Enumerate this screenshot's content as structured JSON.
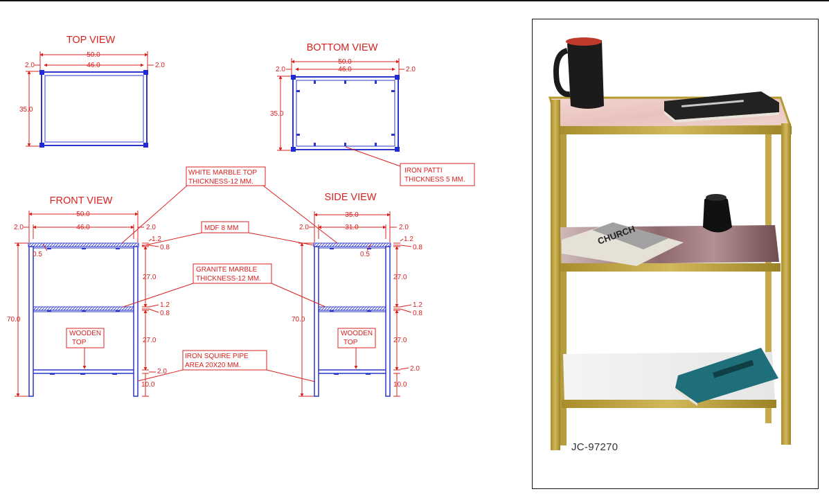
{
  "views": {
    "top": "TOP VIEW",
    "bottom": "BOTTOM VIEW",
    "front": "FRONT VIEW",
    "side": "SIDE VIEW"
  },
  "dims": {
    "top_width": "50.0",
    "top_inner": "46.0",
    "top_left_offset": "2.0",
    "top_right_offset": "2.0",
    "top_depth": "35.0",
    "bottom_width": "50.0",
    "bottom_inner": "46.0",
    "bottom_left_offset": "2.0",
    "bottom_right_offset": "2.0",
    "bottom_depth": "35.0",
    "front_width": "50.0",
    "front_inner": "46.0",
    "front_left_offset": "2.0",
    "front_right_offset": "2.0",
    "front_height": "70.0",
    "front_top_thick": "1.2",
    "front_top_mdf": "0.8",
    "front_overhang": "0.5",
    "front_gap_upper": "27.0",
    "front_mid_thick": "1.2",
    "front_mid_mdf": "0.8",
    "front_gap_lower": "27.0",
    "front_bottom_rail": "2.0",
    "front_leg_clear": "10.0",
    "side_width": "35.0",
    "side_inner": "31.0",
    "side_left_offset": "2.0",
    "side_right_offset": "2.0",
    "side_height": "70.0",
    "side_top_thick": "1.2",
    "side_top_mdf": "0.8",
    "side_overhang": "0.5",
    "side_gap_upper": "27.0",
    "side_mid_thick": "1.2",
    "side_mid_mdf": "0.8",
    "side_gap_lower": "27.0",
    "side_bottom_rail": "2.0",
    "side_leg_clear": "10.0"
  },
  "callouts": {
    "iron_patti": [
      "IRON PATTI",
      "THICKNESS 5 MM."
    ],
    "white_marble": [
      "WHITE MARBLE TOP",
      "THICKNESS-12 MM."
    ],
    "mdf": "MDF 8 MM",
    "granite": [
      "GRANITE MARBLE",
      "THICKNESS-12 MM."
    ],
    "wooden_front": [
      "WOODEN",
      "TOP"
    ],
    "wooden_side": [
      "WOODEN",
      "TOP"
    ],
    "iron_pipe": [
      "IRON SQUIRE PIPE",
      "AREA 20X20 MM."
    ]
  },
  "photo": {
    "product_code": "JC-97270"
  },
  "colors": {
    "annotation": "#d92020",
    "frame_line": "#2a35c9",
    "brass": "#b59a2e"
  }
}
